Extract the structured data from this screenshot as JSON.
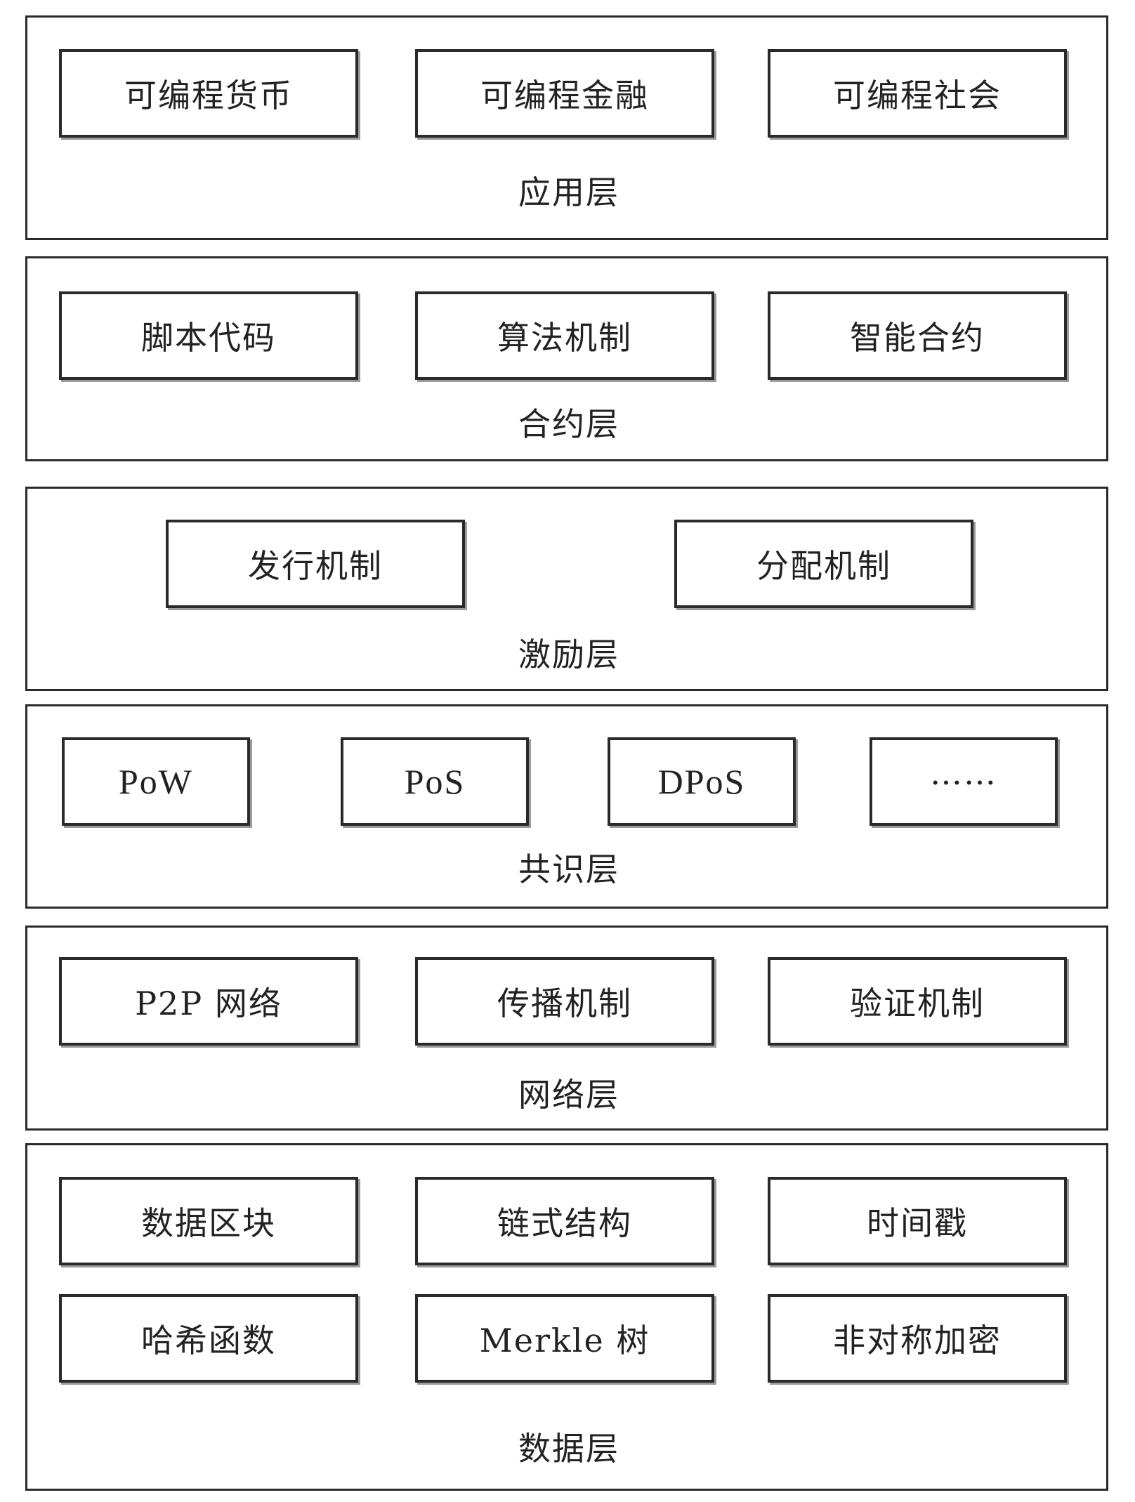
{
  "layers": {
    "application": {
      "label": "应用层",
      "items": [
        "可编程货币",
        "可编程金融",
        "可编程社会"
      ]
    },
    "contract": {
      "label": "合约层",
      "items": [
        "脚本代码",
        "算法机制",
        "智能合约"
      ]
    },
    "incentive": {
      "label": "激励层",
      "items": [
        "发行机制",
        "分配机制"
      ]
    },
    "consensus": {
      "label": "共识层",
      "items": [
        "PoW",
        "PoS",
        "DPoS",
        "……"
      ]
    },
    "network": {
      "label": "网络层",
      "items": [
        "P2P 网络",
        "传播机制",
        "验证机制"
      ]
    },
    "data": {
      "label": "数据层",
      "items": [
        "数据区块",
        "链式结构",
        "时间戳",
        "哈希函数",
        "Merkle 树",
        "非对称加密"
      ]
    }
  }
}
